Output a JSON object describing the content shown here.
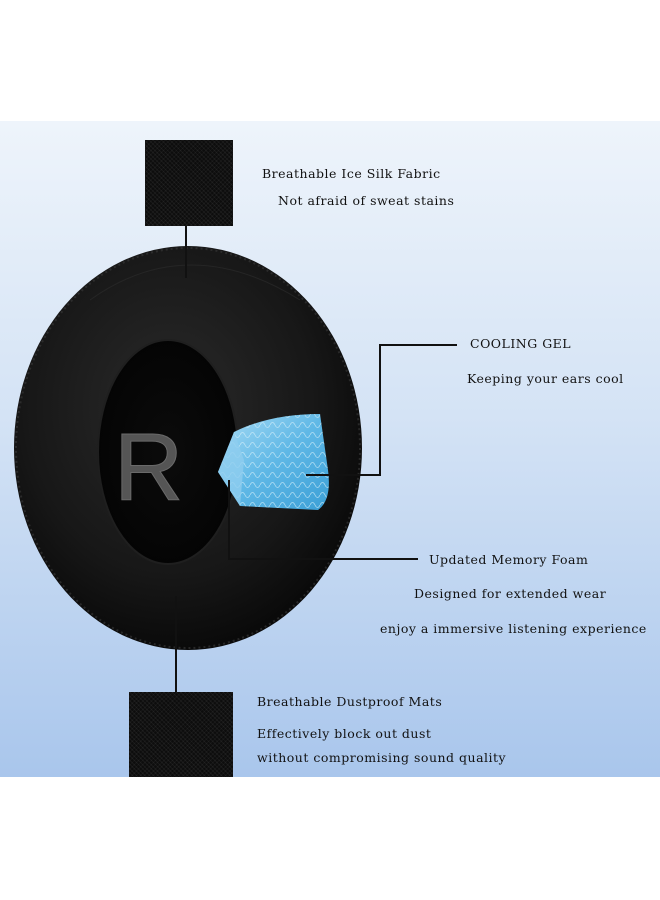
{
  "product": {
    "ear_marker": "R",
    "colors": {
      "background_top": "#eef4fb",
      "background_bottom": "#a9c6ec",
      "ear_pad": "#131313",
      "cooling_gel": "#5fb8e6"
    }
  },
  "callouts": {
    "ice_silk": {
      "title": "Breathable Ice Silk Fabric",
      "subtitle": "Not afraid of sweat stains"
    },
    "cooling_gel": {
      "title": "COOLING GEL",
      "subtitle": "Keeping your ears cool"
    },
    "memory_foam": {
      "title": "Updated Memory Foam",
      "line1": "Designed for extended wear",
      "line2": "enjoy a immersive listening experience"
    },
    "dust_mats": {
      "title": "Breathable Dustproof Mats",
      "line1": "Effectively block out dust",
      "line2": "without compromising sound quality"
    }
  }
}
